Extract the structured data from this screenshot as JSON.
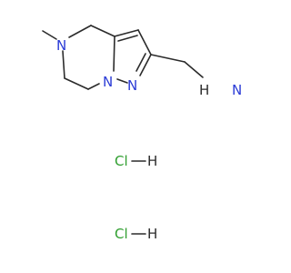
{
  "structure": {
    "atoms": {
      "n_methyl": "N",
      "n_bridge": "N",
      "n_ring": "N",
      "amine_n": "N",
      "amine_h": "H"
    }
  },
  "salts": [
    {
      "cl": "Cl",
      "h": "H"
    },
    {
      "cl": "Cl",
      "h": "H"
    }
  ],
  "colors": {
    "bond": "#2b2b2b",
    "nitrogen": "#2a3bd6",
    "chlorine": "#2f9e2f"
  }
}
